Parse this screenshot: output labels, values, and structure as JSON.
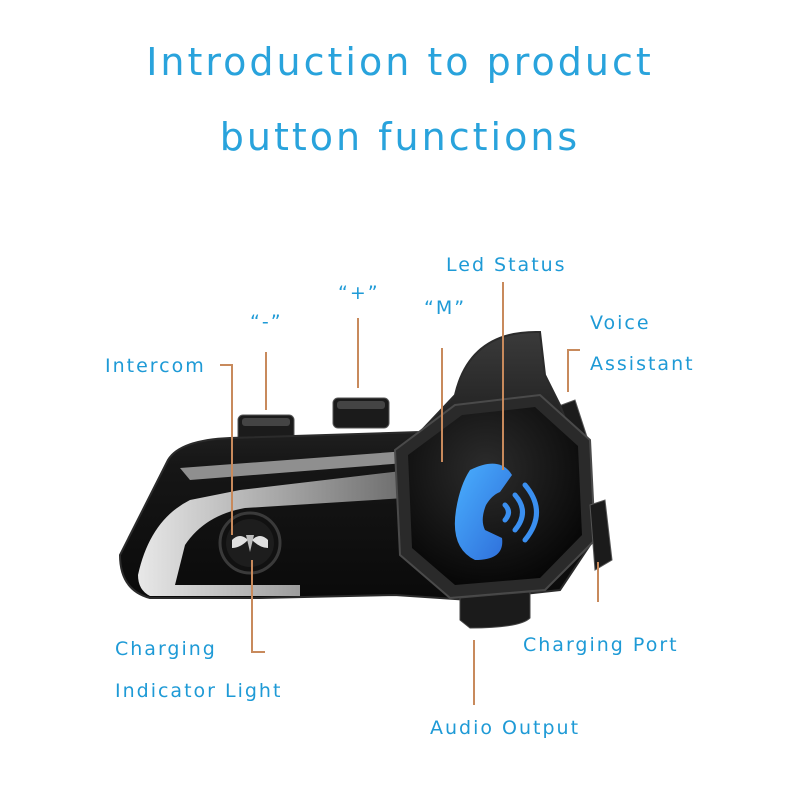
{
  "title": {
    "line1": "Introduction to product",
    "line2": "button functions"
  },
  "labels": {
    "led_status": "Led Status",
    "plus": "“+”",
    "minus": "“-”",
    "m": "“M”",
    "voice_line1": "Voice",
    "voice_line2": "Assistant",
    "intercom": "Intercom",
    "charging_line1": "Charging",
    "charging_line2": "Indicator Light",
    "charging_port": "Charging Port",
    "audio_output": "Audio Output"
  },
  "colors": {
    "text": "#1e9ad6",
    "title": "#29a3dc",
    "leader": "#c88a5c",
    "device": "#1a1a1a",
    "accent": "#3a8ff0"
  }
}
